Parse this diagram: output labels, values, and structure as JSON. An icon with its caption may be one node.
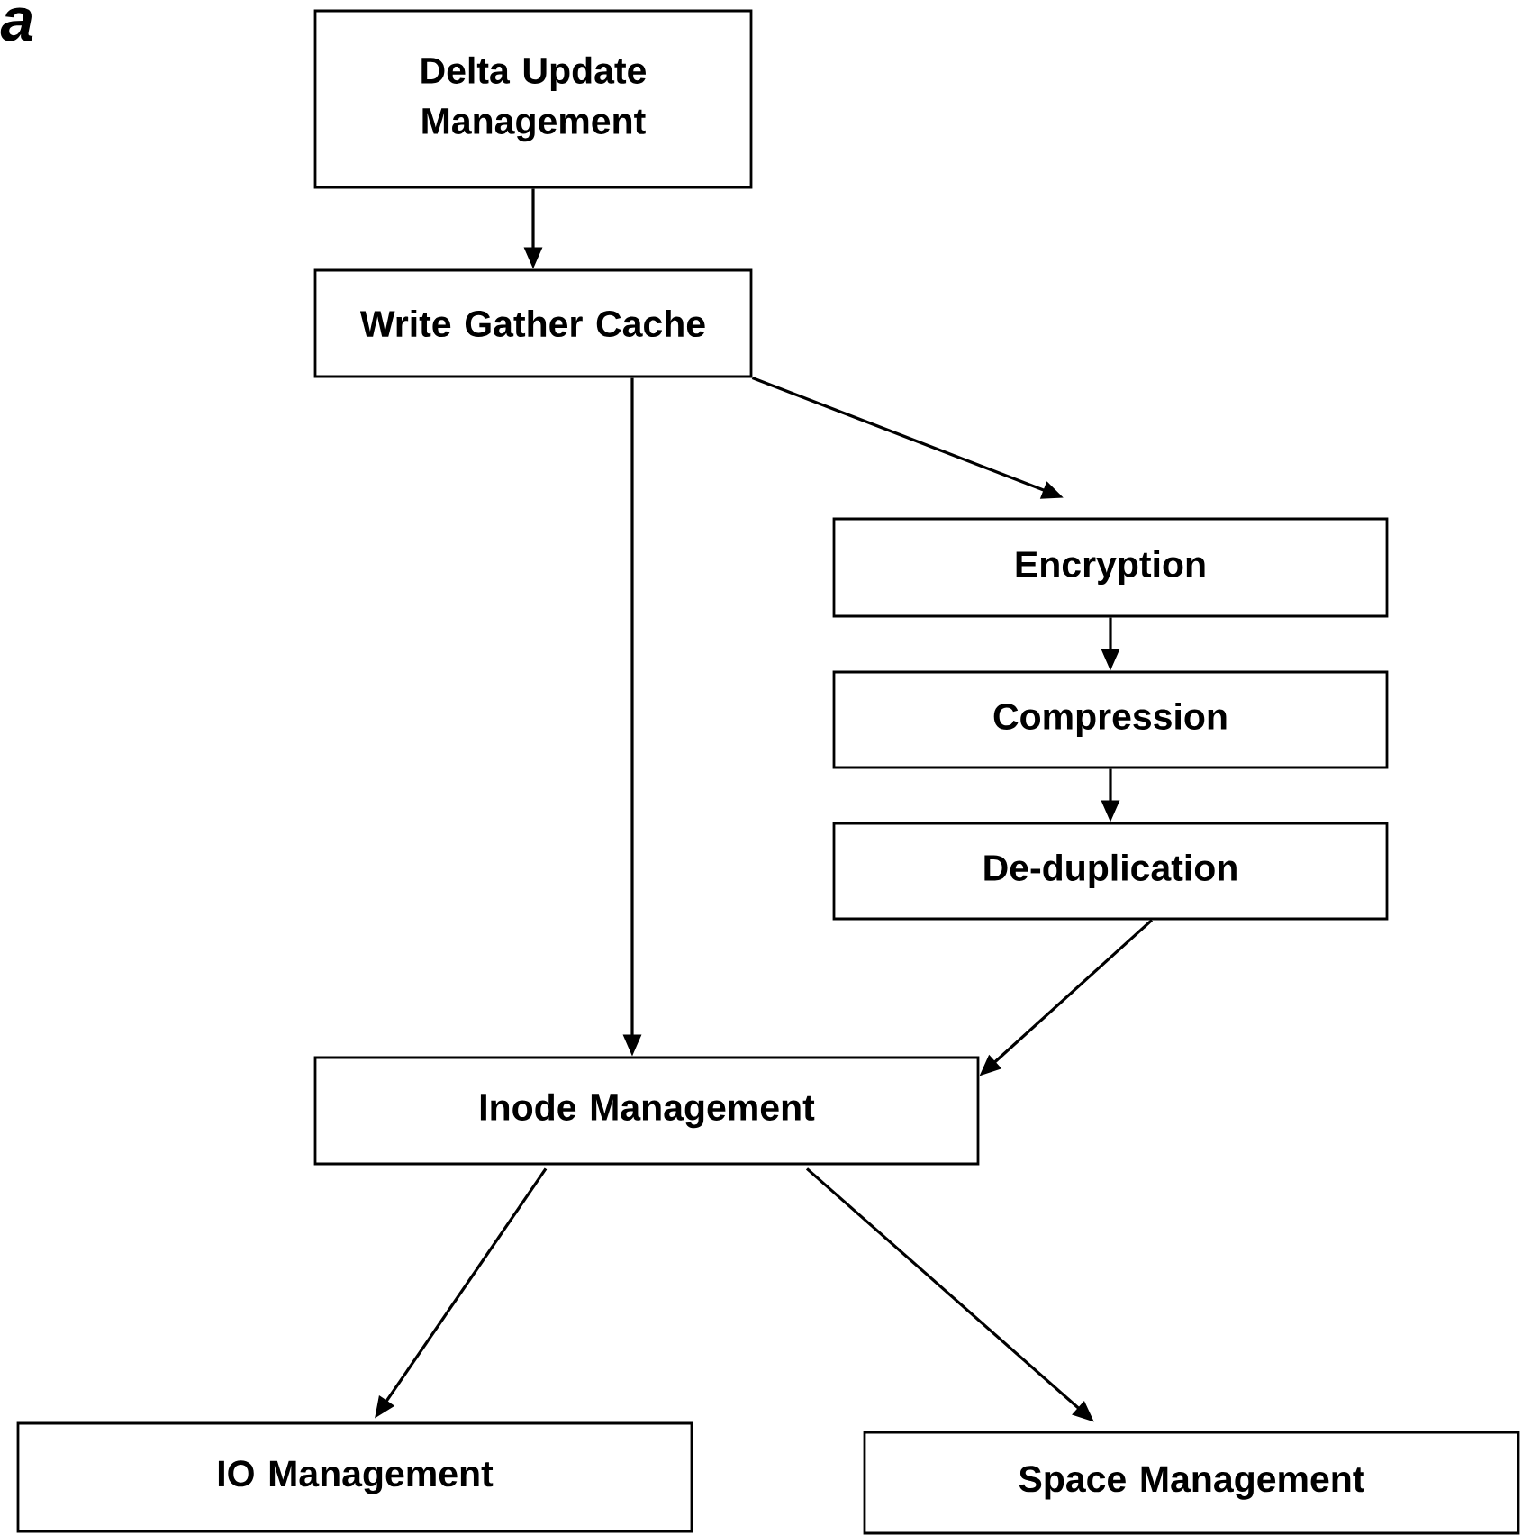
{
  "diagram": {
    "nodes": [
      {
        "text": [
          "Delta Update Management"
        ]
      },
      {
        "text": [
          "Write Gather Cache"
        ]
      },
      {
        "text": [
          "Encryption"
        ]
      },
      {
        "text": [
          "Compression"
        ]
      },
      {
        "text": [
          "De-duplication"
        ]
      },
      {
        "text": [
          "Inode Management"
        ]
      },
      {
        "text": [
          "IO Management"
        ]
      },
      {
        "text": [
          "Space Management"
        ]
      }
    ],
    "edges": [
      {
        "from": 0,
        "to": 1,
        "arrow": "to"
      },
      {
        "from": 1,
        "to": 5,
        "arrow": "to"
      },
      {
        "from": 1,
        "to": 2,
        "arrow": "to"
      },
      {
        "from": 2,
        "to": 3,
        "arrow": "to"
      },
      {
        "from": 3,
        "to": 4,
        "arrow": "to"
      },
      {
        "from": 4,
        "to": 5,
        "arrow": "to"
      },
      {
        "from": 5,
        "to": 6,
        "arrow": "to"
      },
      {
        "from": 5,
        "to": 7,
        "arrow": "to"
      }
    ],
    "labels": [
      "a"
    ]
  }
}
